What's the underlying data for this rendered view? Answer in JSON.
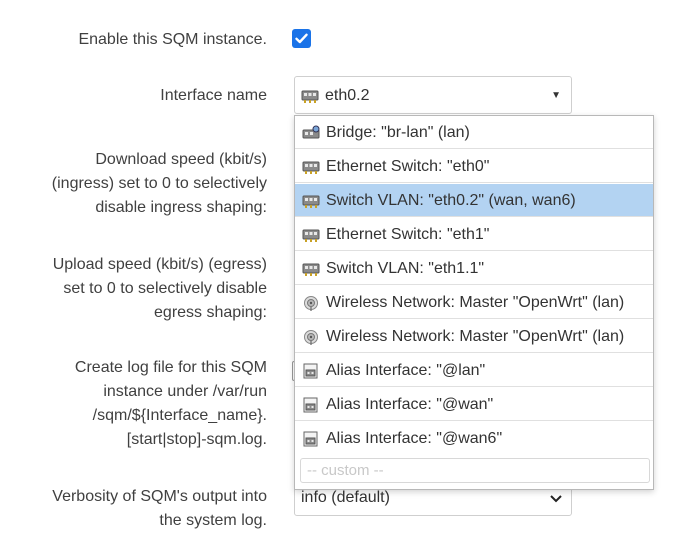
{
  "form": {
    "enable_label": "Enable this SQM instance.",
    "enable_checked": true,
    "interface_label": "Interface name",
    "interface_value": "eth0.2",
    "download_label": [
      "Download speed (kbit/s)",
      "(ingress) set to 0 to selectively",
      "disable ingress shaping:"
    ],
    "upload_label": [
      "Upload speed (kbit/s) (egress)",
      "set to 0 to selectively disable",
      "egress shaping:"
    ],
    "log_label": [
      "Create log file for this SQM",
      "instance under /var/run",
      "/sqm/${Interface_name}.",
      "[start|stop]-sqm.log."
    ],
    "verbosity_label": [
      "Verbosity of SQM's output into",
      "the system log."
    ],
    "verbosity_value": "info (default)"
  },
  "dropdown": {
    "options": [
      {
        "label": "Bridge: \"br-lan\" (lan)",
        "icon": "bridge-icon"
      },
      {
        "label": "Ethernet Switch: \"eth0\"",
        "icon": "ethernet-switch-icon"
      },
      {
        "label": "Switch VLAN: \"eth0.2\" (wan, wan6)",
        "icon": "switch-vlan-icon",
        "selected": true
      },
      {
        "label": "Ethernet Switch: \"eth1\"",
        "icon": "ethernet-switch-icon"
      },
      {
        "label": "Switch VLAN: \"eth1.1\"",
        "icon": "switch-vlan-icon"
      },
      {
        "label": "Wireless Network: Master \"OpenWrt\" (lan)",
        "icon": "wireless-icon"
      },
      {
        "label": "Wireless Network: Master \"OpenWrt\" (lan)",
        "icon": "wireless-icon"
      },
      {
        "label": "Alias Interface: \"@lan\"",
        "icon": "alias-interface-icon"
      },
      {
        "label": "Alias Interface: \"@wan\"",
        "icon": "alias-interface-icon"
      },
      {
        "label": "Alias Interface: \"@wan6\"",
        "icon": "alias-interface-icon"
      }
    ],
    "custom_placeholder": "-- custom --"
  },
  "colors": {
    "checkbox": "#1a73e8",
    "selected_option": "#b3d3f2",
    "text": "#404040"
  }
}
